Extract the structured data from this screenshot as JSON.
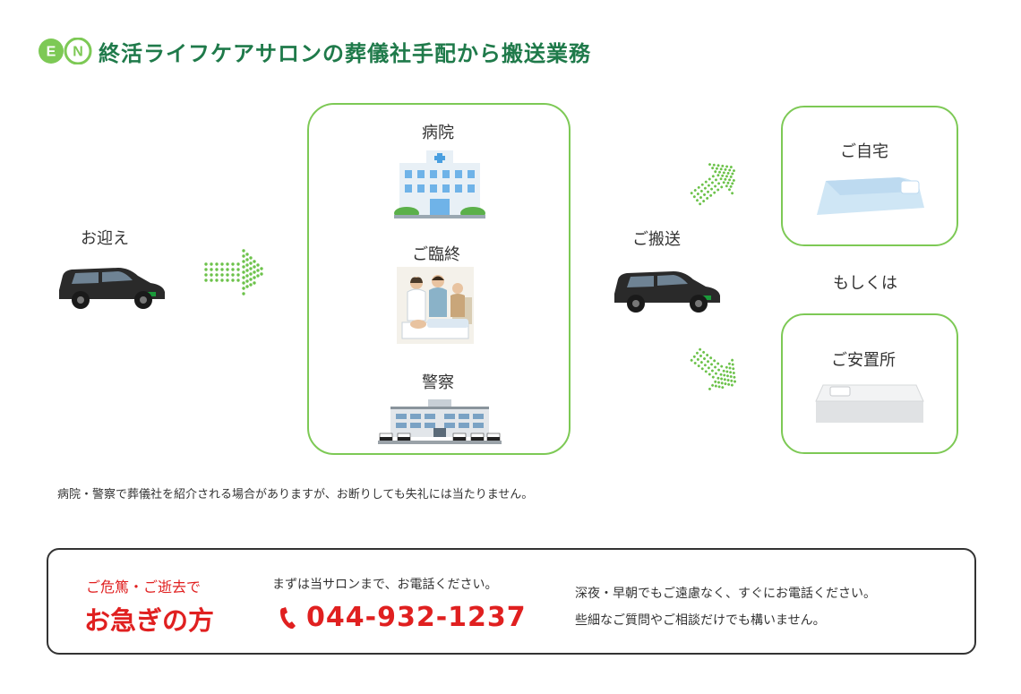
{
  "header": {
    "logo_letters": [
      "E",
      "N"
    ],
    "title": "終活ライフケアサロンの葬儀社手配から搬送業務"
  },
  "colors": {
    "brand_green": "#1f7a4a",
    "box_border": "#7dc955",
    "arrow_dots": "#6cc24a",
    "emergency_red": "#e02020"
  },
  "flow": {
    "pickup_label": "お迎え",
    "locations": {
      "hospital": "病院",
      "deathbed": "ご臨終",
      "police": "警察"
    },
    "transport_label": "ご搬送",
    "destination_home": "ご自宅",
    "or_label": "もしくは",
    "destination_mortuary": "ご安置所"
  },
  "note": "病院・警察で葬儀社を紹介される場合がありますが、お断りしても失礼には当たりません。",
  "contact": {
    "sub_heading": "ご危篤・ご逝去で",
    "heading": "お急ぎの方",
    "lead": "まずは当サロンまで、お電話ください。",
    "phone": "044-932-1237",
    "text_line1": "深夜・早朝でもご遠慮なく、すぐにお電話ください。",
    "text_line2": "些細なご質問やご相談だけでも構いません。",
    "icon": "phone-icon"
  }
}
